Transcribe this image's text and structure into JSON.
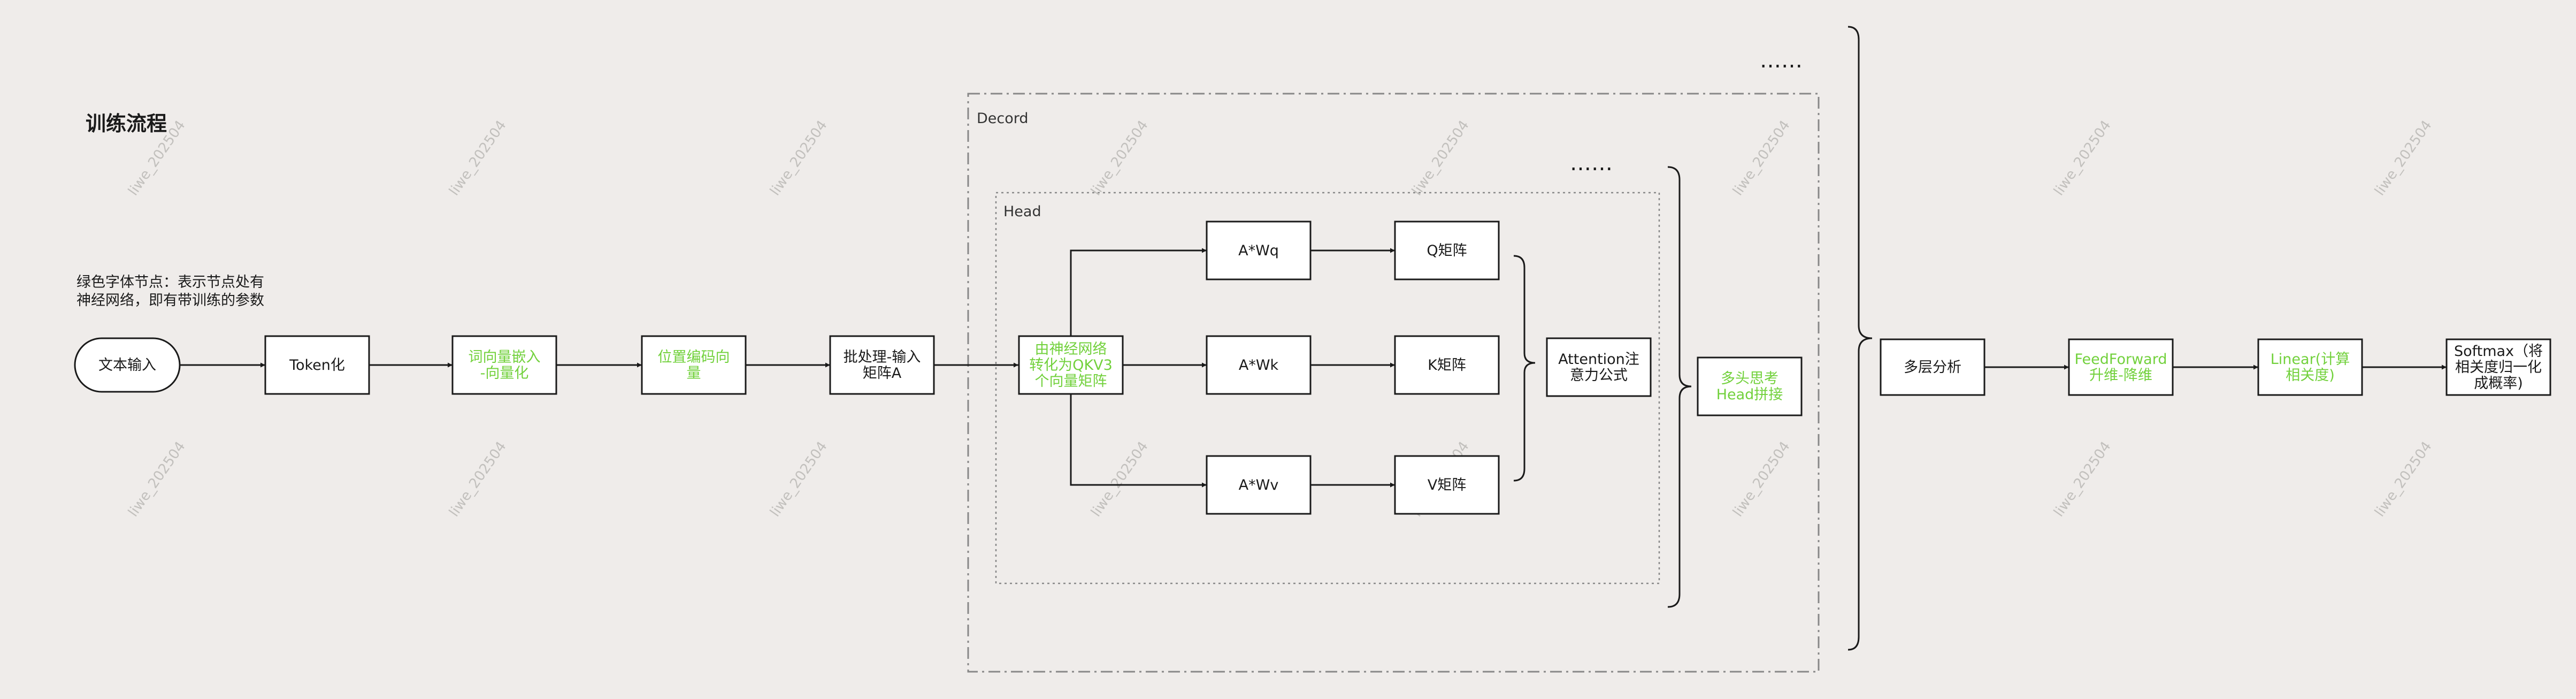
{
  "title": "训练流程",
  "legend": {
    "line1": "绿色字体节点：表示节点处有",
    "line2": "神经网络，即有带训练的参数"
  },
  "containers": {
    "decord": "Decord",
    "head": "Head"
  },
  "ellipsis_outer": "……",
  "ellipsis_inner": "……",
  "nodes": {
    "text_input": {
      "lines": [
        "文本输入"
      ],
      "green": false
    },
    "tokenize": {
      "lines": [
        "Token化"
      ],
      "green": false
    },
    "embedding": {
      "lines": [
        "词向量嵌入",
        "-向量化"
      ],
      "green": true
    },
    "position": {
      "lines": [
        "位置编码向",
        "量"
      ],
      "green": true
    },
    "batch": {
      "lines": [
        "批处理-输入",
        "矩阵A"
      ],
      "green": false
    },
    "qkv_nn": {
      "lines": [
        "由神经网络",
        "转化为QKV3",
        "个向量矩阵"
      ],
      "green": true
    },
    "awq": {
      "lines": [
        "A*Wq"
      ],
      "green": false
    },
    "awk": {
      "lines": [
        "A*Wk"
      ],
      "green": false
    },
    "awv": {
      "lines": [
        "A*Wv"
      ],
      "green": false
    },
    "q": {
      "lines": [
        "Q矩阵"
      ],
      "green": false
    },
    "k": {
      "lines": [
        "K矩阵"
      ],
      "green": false
    },
    "v": {
      "lines": [
        "V矩阵"
      ],
      "green": false
    },
    "attention": {
      "lines": [
        "Attention注",
        "意力公式"
      ],
      "green": false
    },
    "multihead": {
      "lines": [
        "多头思考",
        "Head拼接"
      ],
      "green": true
    },
    "multilayer": {
      "lines": [
        "多层分析"
      ],
      "green": false
    },
    "ffn": {
      "lines": [
        "FeedForward",
        "升维-降维"
      ],
      "green": true
    },
    "linear": {
      "lines": [
        "Linear(计算",
        "相关度)"
      ],
      "green": true
    },
    "softmax": {
      "lines": [
        "Softmax（将",
        "相关度归一化",
        "成概率)"
      ],
      "green": false
    }
  },
  "watermark": "liwe_202504"
}
